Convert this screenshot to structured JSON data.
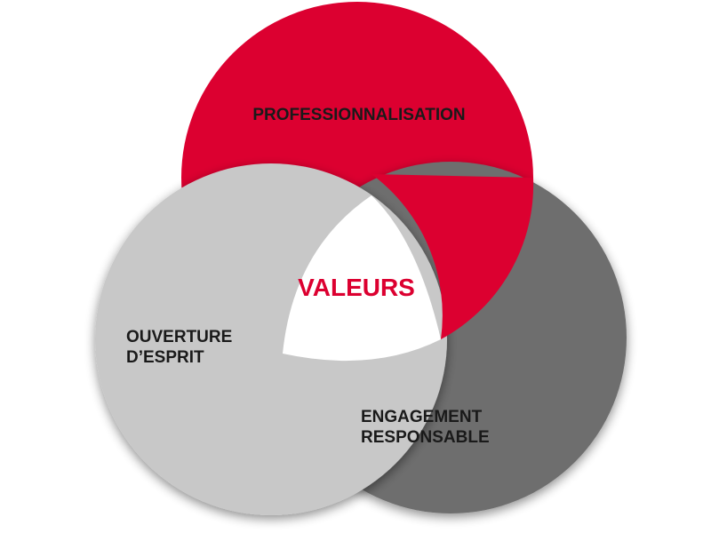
{
  "diagram": {
    "center_label": "VALEURS",
    "circles": [
      {
        "id": "professionnalisation",
        "lines": [
          "PROFESSIONNALISATION"
        ],
        "color": "#dc0030"
      },
      {
        "id": "ouverture",
        "lines": [
          "OUVERTURE",
          "D’ESPRIT"
        ],
        "color": "#c8c8c8"
      },
      {
        "id": "engagement",
        "lines": [
          "ENGAGEMENT",
          "RESPONSABLE"
        ],
        "color": "#6e6e6e"
      }
    ],
    "center_color": "#dc0030",
    "center_fill": "#ffffff"
  }
}
